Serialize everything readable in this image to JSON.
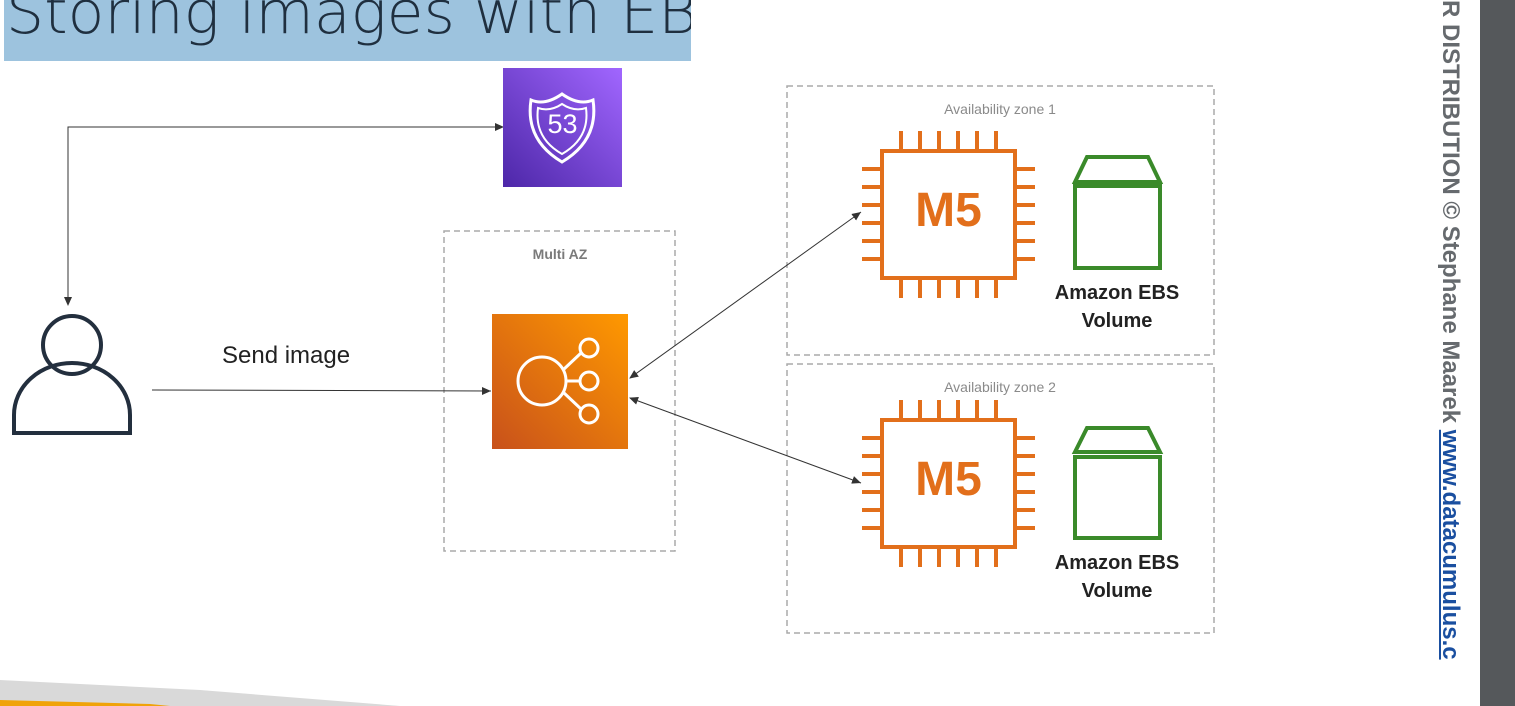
{
  "title": "Storing images with EBS",
  "labels": {
    "send_image": "Send image",
    "multi_az": "Multi AZ",
    "zone1": "Availability zone 1",
    "zone2": "Availability zone 2",
    "route53_number": "53",
    "instance1": "M5",
    "instance2": "M5",
    "ebs1_line1": "Amazon EBS",
    "ebs1_line2": "Volume",
    "ebs2_line1": "Amazon EBS",
    "ebs2_line2": "Volume"
  },
  "sidebar": {
    "copyright": "R DISTRIBUTION © Stephane Maarek ",
    "url": "www.datacumulus.c"
  },
  "colors": {
    "title_bg": "#9dc3de",
    "route53": "#7b3fd9",
    "elb": "#e8741c",
    "ec2": "#e26f1b",
    "ebs": "#3a8a2a",
    "zone_border": "#aaaaaa"
  },
  "icons": [
    "user-icon",
    "route53-icon",
    "elb-icon",
    "ec2-m5-icon",
    "ebs-volume-icon"
  ]
}
